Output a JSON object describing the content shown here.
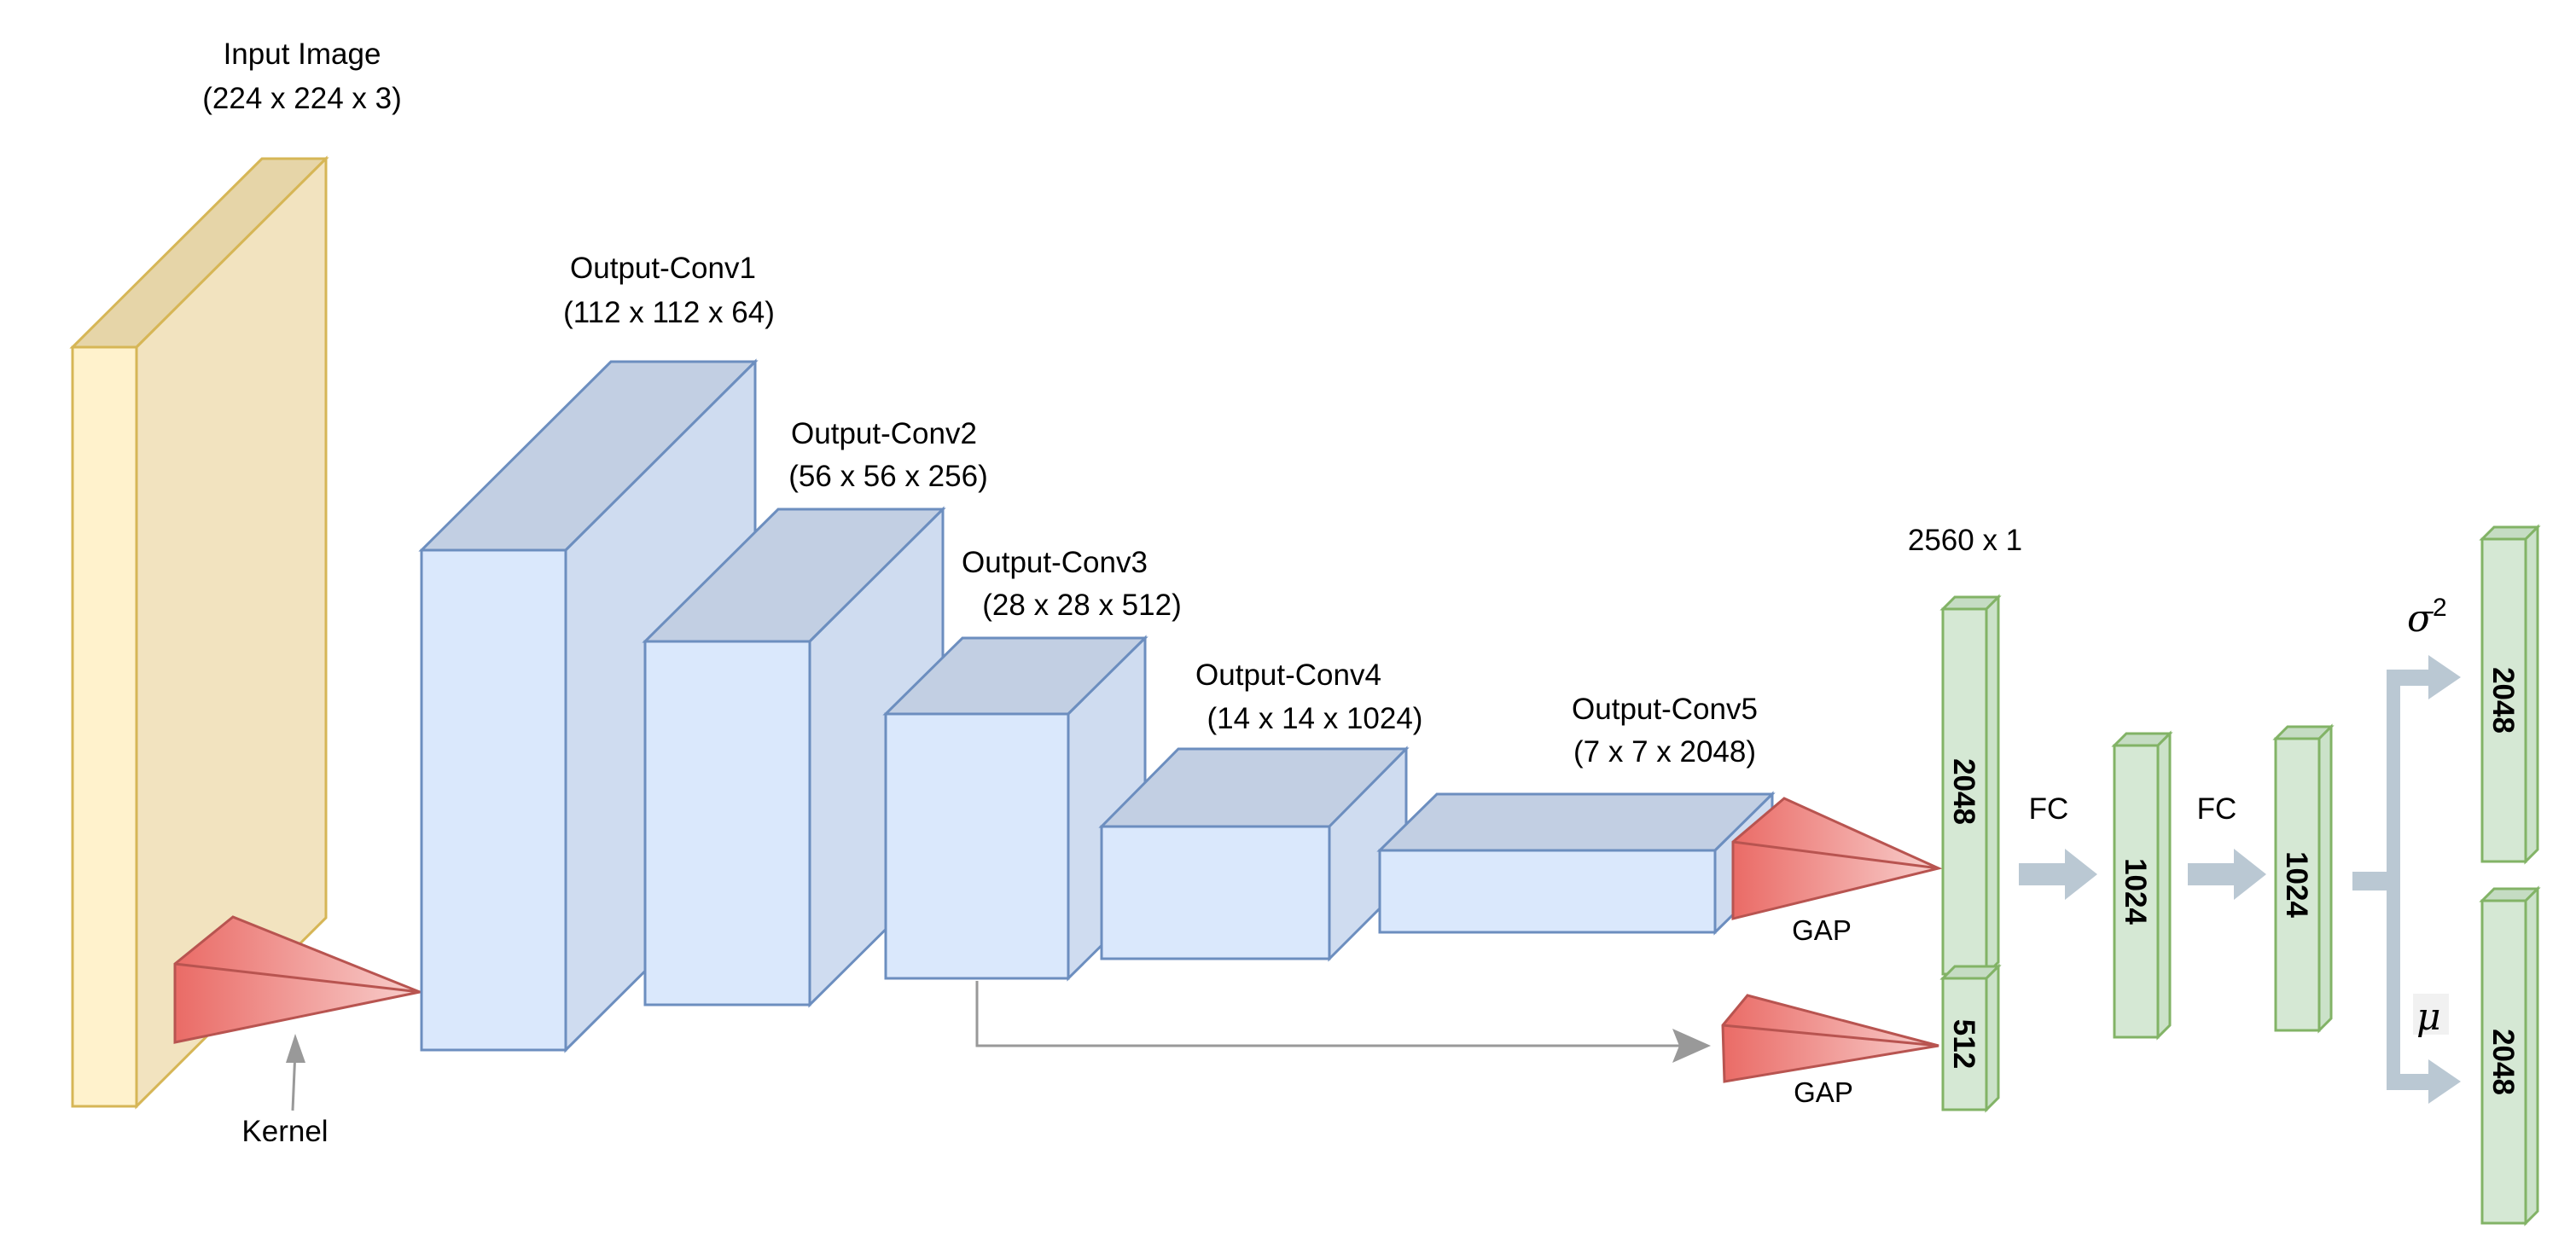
{
  "diagram": {
    "input": {
      "title": "Input Image",
      "dims": "(224 x 224 x 3)",
      "kernel_label": "Kernel"
    },
    "conv_outputs": [
      {
        "title": "Output-Conv1",
        "dims": "(112 x 112 x 64)"
      },
      {
        "title": "Output-Conv2",
        "dims": "(56 x 56 x 256)"
      },
      {
        "title": "Output-Conv3",
        "dims": "(28 x 28 x 512)"
      },
      {
        "title": "Output-Conv4",
        "dims": "(14 x 14 x 1024)"
      },
      {
        "title": "Output-Conv5",
        "dims": "(7 x 7 x 2048)"
      }
    ],
    "gap_labels": [
      "GAP",
      "GAP"
    ],
    "concat_label": "2560 x 1",
    "vectors": {
      "concat_top": "2048",
      "concat_bottom": "512",
      "fc1": "1024",
      "fc2": "1024",
      "sigma_out": "2048",
      "mu_out": "2048"
    },
    "fc_labels": [
      "FC",
      "FC"
    ],
    "sigma_label": "σ",
    "sigma_exponent": "2",
    "mu_label": "μ"
  },
  "colors": {
    "input_fill": "#FFF2CC",
    "input_stroke": "#D6B656",
    "conv_fill": "#DAE8FC",
    "conv_stroke": "#6C8EBF",
    "vector_fill": "#D5E8D4",
    "vector_stroke": "#82B366",
    "kernel_fill": "#EA6B66",
    "kernel_stroke": "#B85450",
    "arrow": "#BAC8D3",
    "skip_arrow": "#999999"
  }
}
